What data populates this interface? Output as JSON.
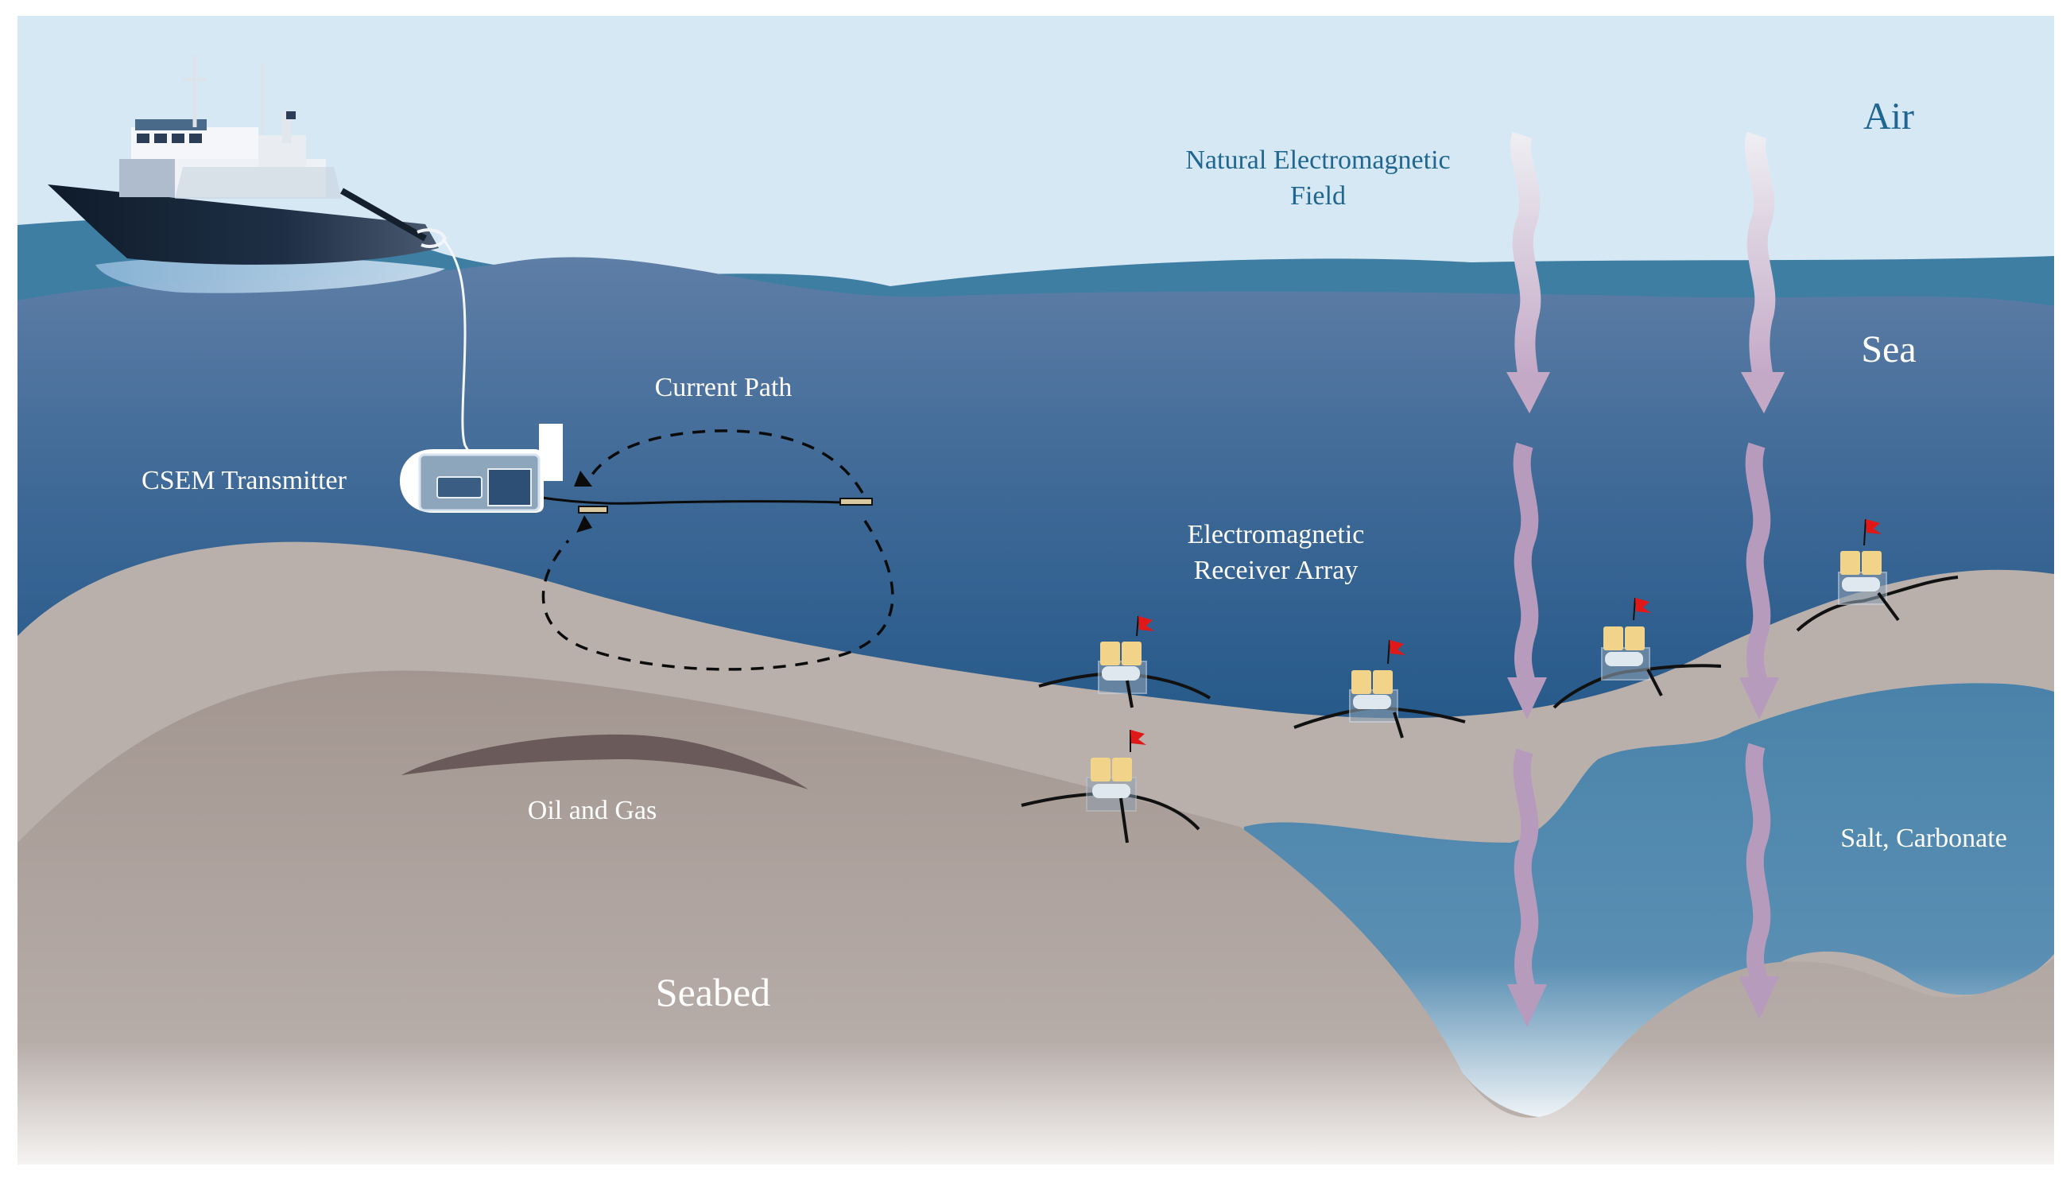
{
  "labels": {
    "air": "Air",
    "sea": "Sea",
    "natural_field_line1": "Natural Electromagnetic",
    "natural_field_line2": "Field",
    "current_path": "Current Path",
    "csem_transmitter": "CSEM Transmitter",
    "receiver_array_line1": "Electromagnetic",
    "receiver_array_line2": "Receiver Array",
    "oil_and_gas": "Oil and Gas",
    "salt_carbonate": "Salt, Carbonate",
    "seabed": "Seabed"
  },
  "colors": {
    "sky": "#d7e8f5",
    "sea_surface": "#3f7ea3",
    "sea_deep": "#245a8a",
    "sediment": "#b9b0ac",
    "seabed": "#a59892",
    "salt": "#4f87ad",
    "oil": "#6a5b5a",
    "arrow": "#b79bbd",
    "air_label": "#1f6690",
    "flag": "#e01818",
    "float": "#f2d38a"
  },
  "receivers": [
    "receiver-1",
    "receiver-2",
    "receiver-3",
    "receiver-4",
    "receiver-5"
  ],
  "icons": [
    "survey-vessel-icon",
    "csem-transmitter-icon",
    "receiver-icon",
    "flag-icon",
    "down-arrow-icon"
  ]
}
